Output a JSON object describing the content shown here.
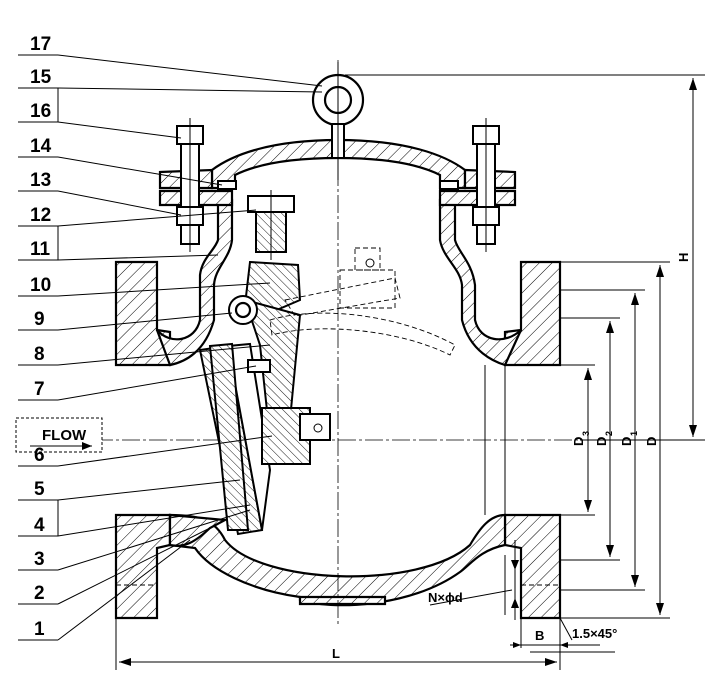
{
  "drawing": {
    "part_numbers": [
      "17",
      "15",
      "16",
      "14",
      "13",
      "12",
      "11",
      "10",
      "9",
      "8",
      "7",
      "FLOW",
      "6",
      "5",
      "4",
      "3",
      "2",
      "1"
    ],
    "flow_label": "FLOW",
    "dimensions": {
      "H": "H",
      "D": "D",
      "D1": "D",
      "D1_sub": "1",
      "D2": "D",
      "D2_sub": "2",
      "D3": "D",
      "D3_sub": "3",
      "L": "L",
      "B": "B",
      "chamfer": "1.5×45°",
      "holes": "N×ϕd"
    }
  }
}
